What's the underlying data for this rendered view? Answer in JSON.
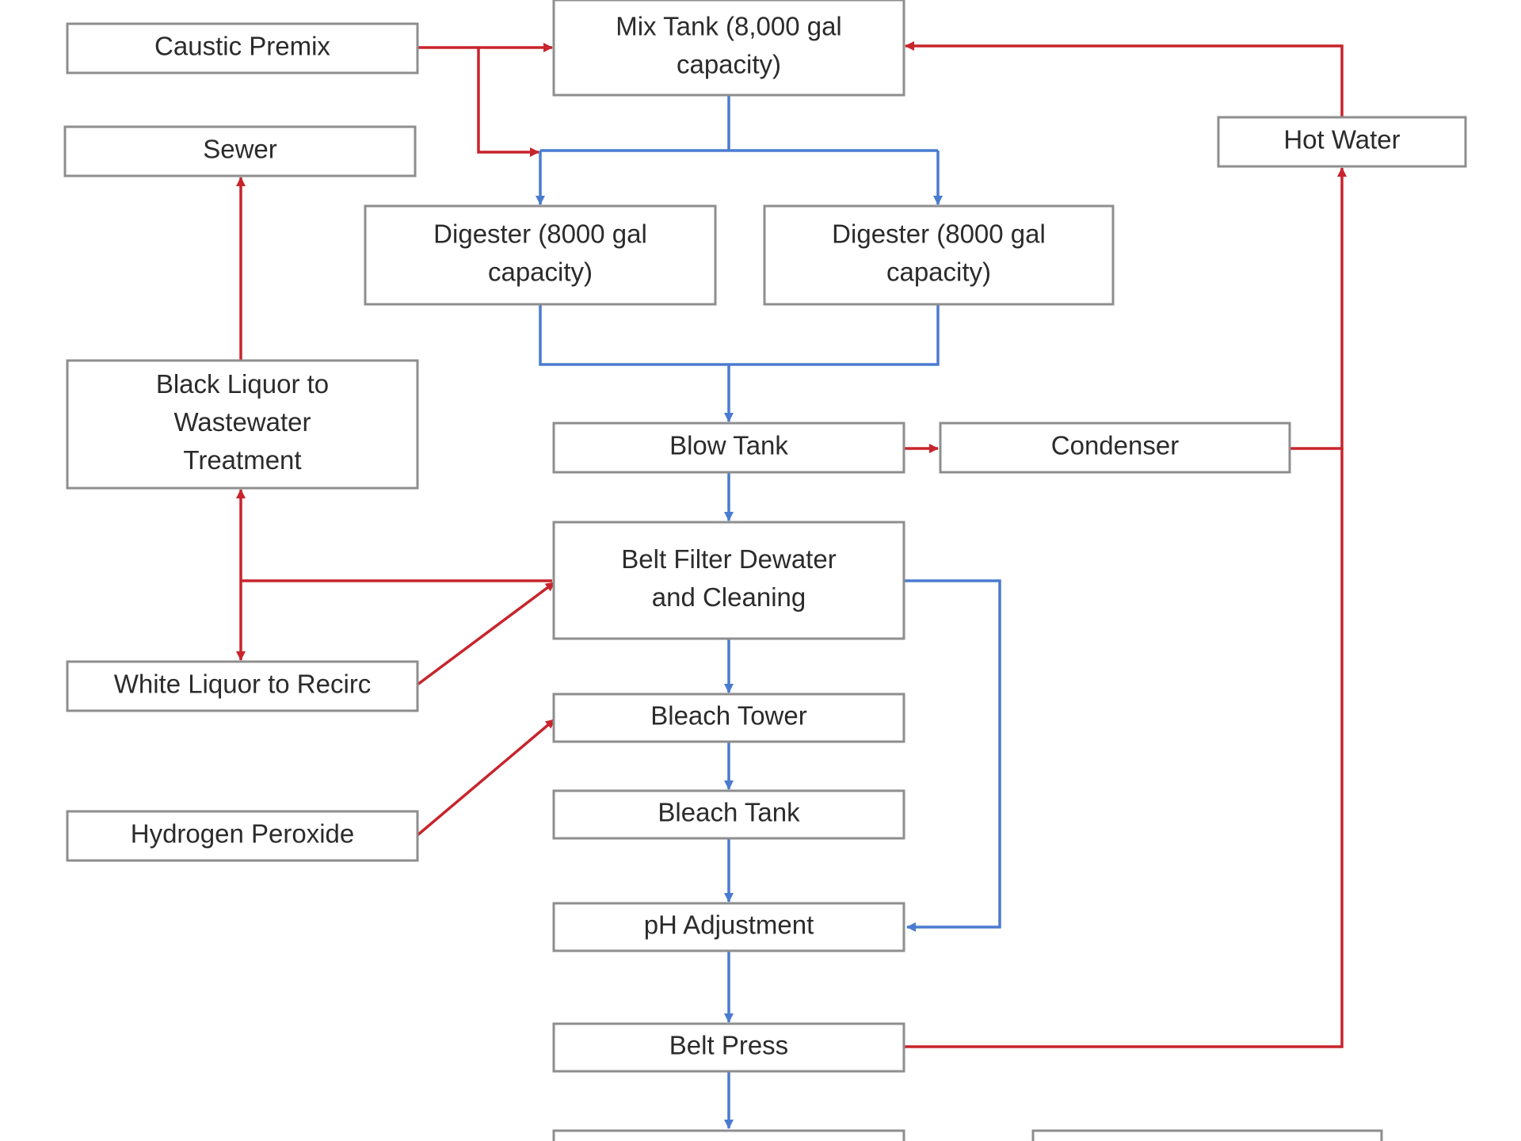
{
  "colors": {
    "process_flow": "#4a7bd0",
    "utility_flow": "#c8242c",
    "box_border": "#8e8e8e",
    "text": "#2b2b2b"
  },
  "nodes": {
    "caustic_premix": {
      "lines": [
        "Caustic Premix"
      ]
    },
    "mix_tank": {
      "lines": [
        "Mix Tank (8,000 gal",
        "capacity)"
      ]
    },
    "sewer": {
      "lines": [
        "Sewer"
      ]
    },
    "hot_water": {
      "lines": [
        "Hot Water"
      ]
    },
    "digester_left": {
      "lines": [
        "Digester (8000 gal",
        "capacity)"
      ]
    },
    "digester_right": {
      "lines": [
        "Digester (8000 gal",
        "capacity)"
      ]
    },
    "black_liquor": {
      "lines": [
        "Black Liquor to",
        "Wastewater",
        "Treatment"
      ]
    },
    "blow_tank": {
      "lines": [
        "Blow Tank"
      ]
    },
    "condenser": {
      "lines": [
        "Condenser"
      ]
    },
    "belt_filter": {
      "lines": [
        "Belt Filter Dewater",
        "and Cleaning"
      ]
    },
    "white_liquor": {
      "lines": [
        "White Liquor to Recirc"
      ]
    },
    "bleach_tower": {
      "lines": [
        "Bleach Tower"
      ]
    },
    "hydrogen_peroxide": {
      "lines": [
        "Hydrogen Peroxide"
      ]
    },
    "bleach_tank": {
      "lines": [
        "Bleach Tank"
      ]
    },
    "ph_adjustment": {
      "lines": [
        "pH Adjustment"
      ]
    },
    "belt_press": {
      "lines": [
        "Belt Press"
      ]
    },
    "bottom_left": {
      "lines": []
    },
    "bottom_right": {
      "lines": []
    }
  }
}
